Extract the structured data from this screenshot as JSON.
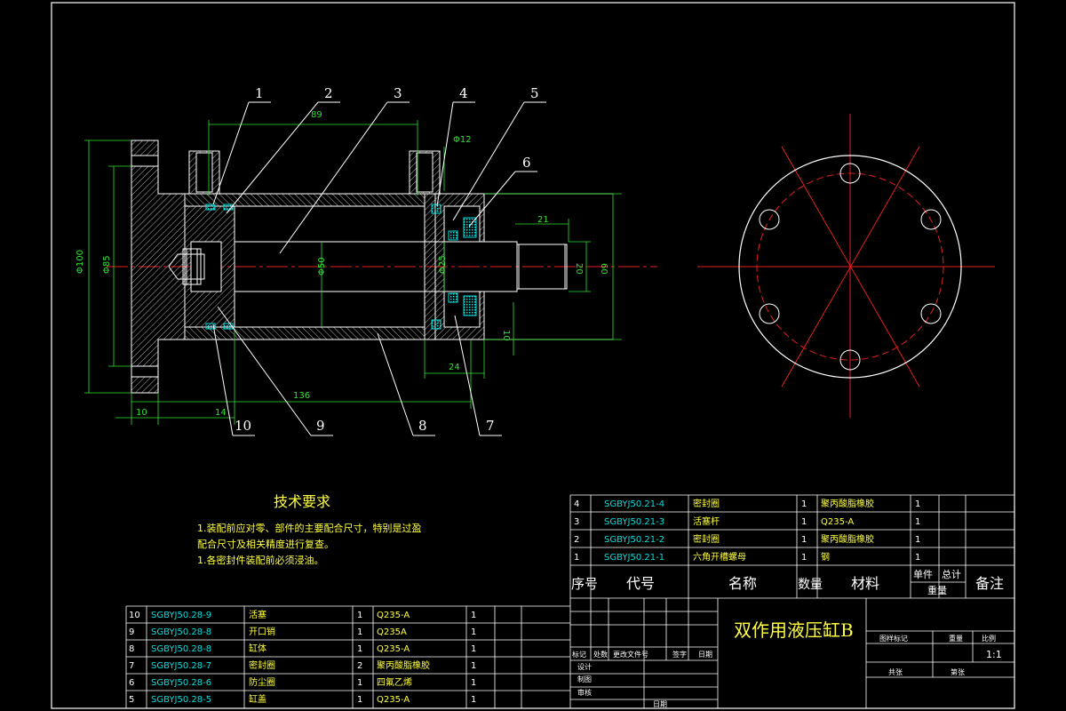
{
  "title_block": {
    "drawing_title": "双作用液压缸B",
    "scale": "1:1",
    "header": {
      "seq": "序号",
      "code": "代号",
      "name": "名称",
      "qty": "数量",
      "material": "材料",
      "unit_weight": "单件",
      "total_weight": "总计",
      "weight": "重量",
      "remarks": "备注"
    },
    "sign_labels": {
      "mark": "标记",
      "zone": "处数",
      "change_doc": "更改文件号",
      "signature": "签字",
      "date": "日期",
      "design": "设计",
      "draw": "制图",
      "review": "审核",
      "date2": "日期"
    },
    "right_labels": {
      "stage": "图样标记",
      "weight": "重量",
      "scale": "比例",
      "total": "共张",
      "sheet": "第张"
    }
  },
  "upper_parts": [
    {
      "no": "4",
      "code": "SGBYJ50.21-4",
      "name": "密封圈",
      "qty": "1",
      "material": "聚丙酸脂橡胶",
      "extra": "1"
    },
    {
      "no": "3",
      "code": "SGBYJ50.21-3",
      "name": "活塞杆",
      "qty": "1",
      "material": "Q235-A",
      "extra": "1"
    },
    {
      "no": "2",
      "code": "SGBYJ50.21-2",
      "name": "密封圈",
      "qty": "1",
      "material": "聚丙酸脂橡胶",
      "extra": "1"
    },
    {
      "no": "1",
      "code": "SGBYJ50.21-1",
      "name": "六角开槽螺母",
      "qty": "1",
      "material": "钢",
      "extra": "1"
    }
  ],
  "lower_parts": [
    {
      "no": "10",
      "code": "SGBYJ50.28-9",
      "name": "活塞",
      "qty": "1",
      "material": "Q235-A",
      "extra": "1"
    },
    {
      "no": "9",
      "code": "SGBYJ50.28-8",
      "name": "开口销",
      "qty": "1",
      "material": "Q235A",
      "extra": "1"
    },
    {
      "no": "8",
      "code": "SGBYJ50.28-8",
      "name": "缸体",
      "qty": "1",
      "material": "Q235-A",
      "extra": "1"
    },
    {
      "no": "7",
      "code": "SGBYJ50.28-7",
      "name": "密封圈",
      "qty": "2",
      "material": "聚丙酸脂橡胶",
      "extra": "1"
    },
    {
      "no": "6",
      "code": "SGBYJ50.28-6",
      "name": "防尘圈",
      "qty": "1",
      "material": "四氟乙烯",
      "extra": "1"
    },
    {
      "no": "5",
      "code": "SGBYJ50.28-5",
      "name": "缸盖",
      "qty": "1",
      "material": "Q235-A",
      "extra": "1"
    }
  ],
  "tech_requirements": {
    "title": "技术要求",
    "lines": [
      "1.装配前应对零、部件的主要配合尺寸，特别是过盈",
      "配合尺寸及相关精度进行复查。",
      "1.各密封件装配前必须浸油。"
    ]
  },
  "balloons": [
    "1",
    "2",
    "3",
    "4",
    "5",
    "6",
    "7",
    "8",
    "9",
    "10"
  ],
  "dimensions": {
    "d1": "89",
    "d2": "Φ12",
    "d3": "21",
    "d4": "20",
    "d5": "60",
    "d6": "Φ100",
    "d7": "Φ85",
    "d8": "10",
    "d9": "14",
    "d10": "136",
    "d11": "24",
    "d12": "10",
    "d13": "Φ50",
    "d14": "Φ25"
  },
  "colors": {
    "outline": "#ffffff",
    "hatch": "#ffffff",
    "leader": "#ffffff",
    "dim": "#30e030",
    "center": "#e02020",
    "seal": "#00e0e0",
    "text_yellow": "#ffff40",
    "text_green": "#30e030"
  }
}
